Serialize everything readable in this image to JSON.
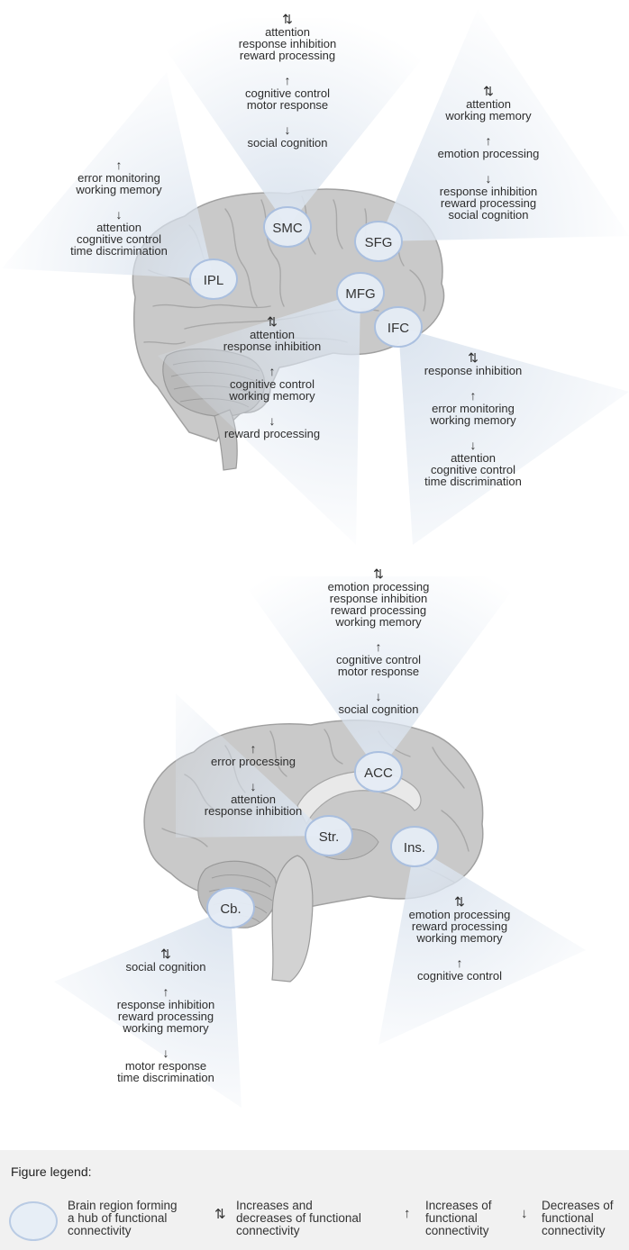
{
  "symbols": {
    "both": "⇅",
    "up": "↑",
    "down": "↓"
  },
  "colors": {
    "hub_fill": "#e6edf6",
    "hub_stroke": "#a9bfe0",
    "beam": "#dfe7f1",
    "brain": "#c9c9c9",
    "brain_dark": "#a5a5a5"
  },
  "regions": {
    "smc": "SMC",
    "sfg": "SFG",
    "ipl": "IPL",
    "mfg": "MFG",
    "ifc": "IFC",
    "acc": "ACC",
    "str": "Str.",
    "ins": "Ins.",
    "cb": "Cb."
  },
  "annotations": {
    "smc": {
      "both": [
        "attention",
        "response inhibition",
        "reward processing"
      ],
      "up": [
        "cognitive control",
        "motor response"
      ],
      "down": [
        "social cognition"
      ]
    },
    "sfg": {
      "both": [
        "attention",
        "working memory"
      ],
      "up": [
        "emotion processing"
      ],
      "down": [
        "response inhibition",
        "reward processing",
        "social cognition"
      ]
    },
    "ipl": {
      "up": [
        "error monitoring",
        "working memory"
      ],
      "down": [
        "attention",
        "cognitive control",
        "time discrimination"
      ]
    },
    "mfg": {
      "both": [
        "attention",
        "response inhibition"
      ],
      "up": [
        "cognitive control",
        "working memory"
      ],
      "down": [
        "reward processing"
      ]
    },
    "ifc": {
      "both": [
        "response inhibition"
      ],
      "up": [
        "error monitoring",
        "working memory"
      ],
      "down": [
        "attention",
        "cognitive control",
        "time discrimination"
      ]
    },
    "acc": {
      "both": [
        "emotion processing",
        "response inhibition",
        "reward processing",
        "working memory"
      ],
      "up": [
        "cognitive control",
        "motor response"
      ],
      "down": [
        "social cognition"
      ]
    },
    "str": {
      "up": [
        "error processing"
      ],
      "down": [
        "attention",
        "response inhibition"
      ]
    },
    "ins": {
      "both": [
        "emotion processing",
        "reward processing",
        "working memory"
      ],
      "up": [
        "cognitive control"
      ]
    },
    "cb": {
      "both": [
        "social cognition"
      ],
      "up": [
        "response inhibition",
        "reward processing",
        "working memory"
      ],
      "down": [
        "motor response",
        "time discrimination"
      ]
    }
  },
  "legend": {
    "title": "Figure legend:",
    "hub": [
      "Brain region forming",
      "a hub of functional",
      "connectivity"
    ],
    "both": [
      "Increases and",
      "decreases of functional",
      "connectivity"
    ],
    "up": [
      "Increases of",
      "functional",
      "connectivity"
    ],
    "down": [
      "Decreases of",
      "functional",
      "connectivity"
    ]
  }
}
